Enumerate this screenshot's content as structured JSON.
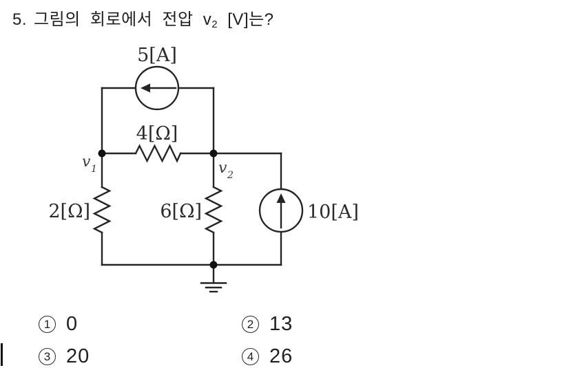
{
  "page": {
    "background": "#ffffff",
    "ink_color": "#1c1c1c"
  },
  "question": {
    "number": "5.",
    "text_before": "그림의 회로에서 전압 v",
    "subscript": "2",
    "text_after": " [V]는?"
  },
  "circuit": {
    "current_source_top": {
      "label": "5[A]",
      "direction": "left"
    },
    "current_source_right": {
      "label": "10[A]",
      "direction": "up"
    },
    "resistor_top": {
      "label": "4[Ω]"
    },
    "resistor_left": {
      "label": "2[Ω]"
    },
    "resistor_middle": {
      "label": "6[Ω]"
    },
    "node_v1": {
      "base": "v",
      "sub": "1"
    },
    "node_v2": {
      "base": "v",
      "sub": "2"
    }
  },
  "choices": [
    {
      "marker": "1",
      "value": "0"
    },
    {
      "marker": "2",
      "value": "13"
    },
    {
      "marker": "3",
      "value": "20"
    },
    {
      "marker": "4",
      "value": "26"
    }
  ]
}
